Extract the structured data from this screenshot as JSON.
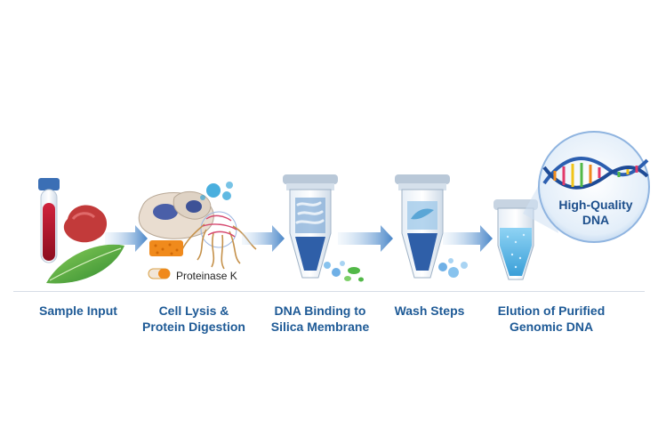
{
  "steps": [
    {
      "label": "Sample Input"
    },
    {
      "label": "Cell Lysis &\nProtein Digestion"
    },
    {
      "label": "DNA Binding to\nSilica Membrane"
    },
    {
      "label": "Wash Steps"
    },
    {
      "label": "Elution of Purified\nGenomic DNA"
    }
  ],
  "enzyme_label": "Proteinase K",
  "result_bubble": {
    "label": "High-Quality\nDNA"
  },
  "colors": {
    "label_blue": "#1e5a96",
    "arrow_blue": "#4a86c8",
    "blood_red": "#b3122a",
    "tissue_red": "#c23a3a",
    "leaf_green": "#4caa3a",
    "orange": "#f08a1c",
    "eluate_blue": "#5ab7e8"
  },
  "icons": [
    "blood-tube-icon",
    "tissue-icon",
    "leaf-icon",
    "cell-icon",
    "enzyme-capsule-icon",
    "column-tube-icon",
    "droplets-icon",
    "collection-tube-icon",
    "dna-helix-icon",
    "arrow-right-icon"
  ]
}
